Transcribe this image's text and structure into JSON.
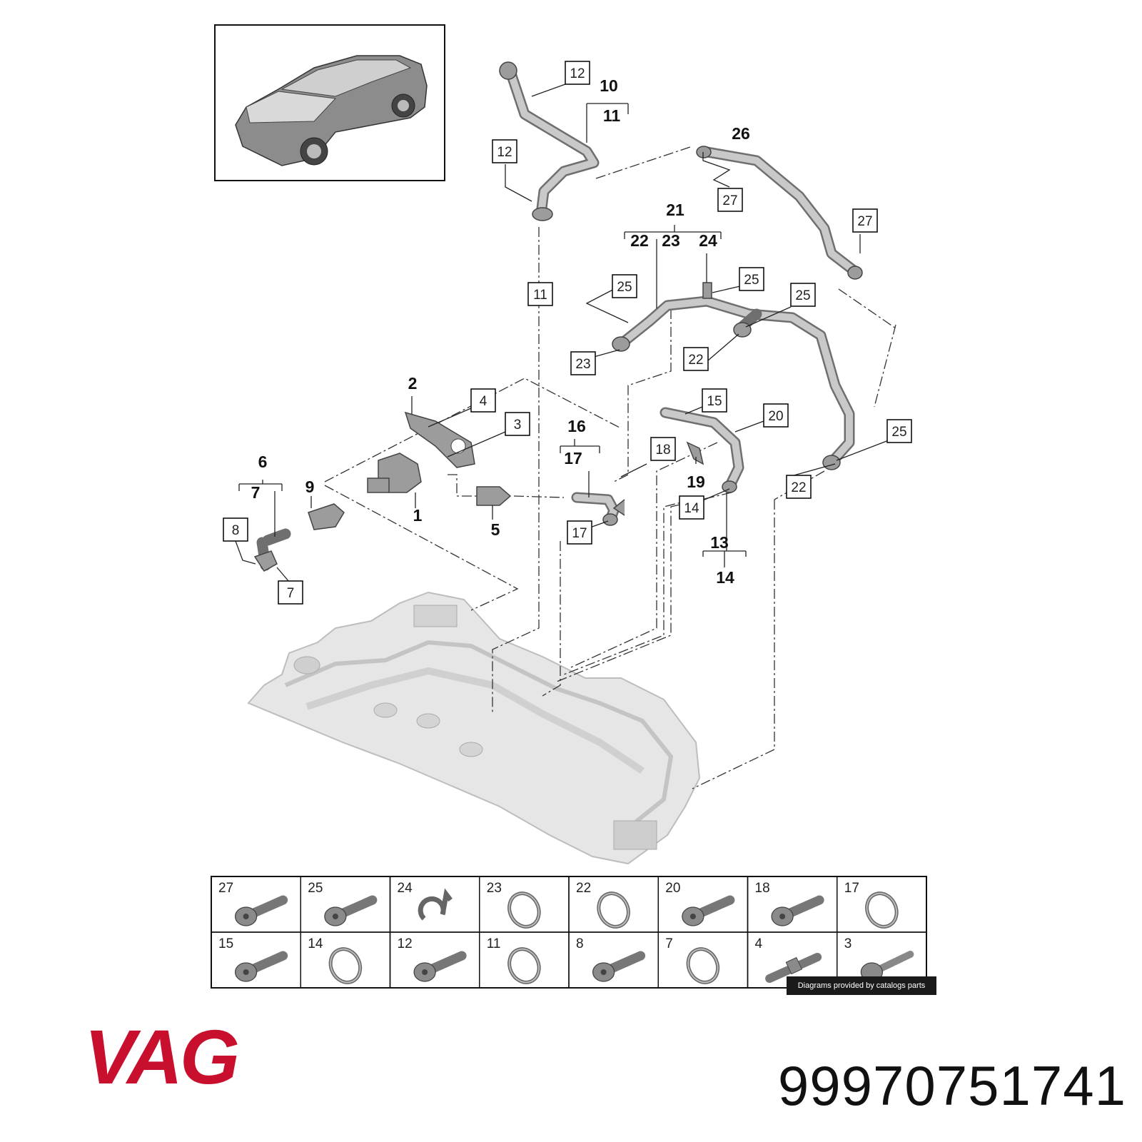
{
  "callouts": {
    "boxed": [
      {
        "id": "b12a",
        "text": "12"
      },
      {
        "id": "b12b",
        "text": "12"
      },
      {
        "id": "b11",
        "text": "11"
      },
      {
        "id": "b27a",
        "text": "27"
      },
      {
        "id": "b27b",
        "text": "27"
      },
      {
        "id": "b25a",
        "text": "25"
      },
      {
        "id": "b25b",
        "text": "25"
      },
      {
        "id": "b25c",
        "text": "25"
      },
      {
        "id": "b25d",
        "text": "25"
      },
      {
        "id": "b23",
        "text": "23"
      },
      {
        "id": "b22a",
        "text": "22"
      },
      {
        "id": "b22b",
        "text": "22"
      },
      {
        "id": "b4",
        "text": "4"
      },
      {
        "id": "b3",
        "text": "3"
      },
      {
        "id": "b15",
        "text": "15"
      },
      {
        "id": "b20",
        "text": "20"
      },
      {
        "id": "b18",
        "text": "18"
      },
      {
        "id": "b14",
        "text": "14"
      },
      {
        "id": "b17",
        "text": "17"
      },
      {
        "id": "b8",
        "text": "8"
      },
      {
        "id": "b7",
        "text": "7"
      }
    ],
    "bold": [
      {
        "id": "n10",
        "text": "10"
      },
      {
        "id": "n11",
        "text": "11"
      },
      {
        "id": "n26",
        "text": "26"
      },
      {
        "id": "n21",
        "text": "21"
      },
      {
        "id": "n22",
        "text": "22"
      },
      {
        "id": "n23",
        "text": "23"
      },
      {
        "id": "n24",
        "text": "24"
      },
      {
        "id": "n2",
        "text": "2"
      },
      {
        "id": "n16",
        "text": "16"
      },
      {
        "id": "n17",
        "text": "17"
      },
      {
        "id": "n6",
        "text": "6"
      },
      {
        "id": "n7",
        "text": "7"
      },
      {
        "id": "n9",
        "text": "9"
      },
      {
        "id": "n1",
        "text": "1"
      },
      {
        "id": "n5",
        "text": "5"
      },
      {
        "id": "n19",
        "text": "19"
      },
      {
        "id": "n13",
        "text": "13"
      },
      {
        "id": "n14",
        "text": "14"
      }
    ]
  },
  "parts_grid": {
    "row1": [
      {
        "num": "27",
        "icon": "bolt-icon"
      },
      {
        "num": "25",
        "icon": "bolt-icon"
      },
      {
        "num": "24",
        "icon": "clip-icon"
      },
      {
        "num": "23",
        "icon": "o-ring-icon"
      },
      {
        "num": "22",
        "icon": "o-ring-icon"
      },
      {
        "num": "20",
        "icon": "bolt-icon"
      },
      {
        "num": "18",
        "icon": "bolt-icon"
      },
      {
        "num": "17",
        "icon": "o-ring-icon"
      }
    ],
    "row2": [
      {
        "num": "15",
        "icon": "bolt-icon"
      },
      {
        "num": "14",
        "icon": "o-ring-icon"
      },
      {
        "num": "12",
        "icon": "bolt-icon"
      },
      {
        "num": "11",
        "icon": "o-ring-icon"
      },
      {
        "num": "8",
        "icon": "bolt-icon"
      },
      {
        "num": "7",
        "icon": "o-ring-icon"
      },
      {
        "num": "4",
        "icon": "stud-icon"
      },
      {
        "num": "3",
        "icon": "screw-icon"
      }
    ]
  },
  "credit": "Diagrams provided by catalogs parts",
  "brand": {
    "name": "VAG",
    "color": "#c8102e"
  },
  "part_number": "99970751741"
}
